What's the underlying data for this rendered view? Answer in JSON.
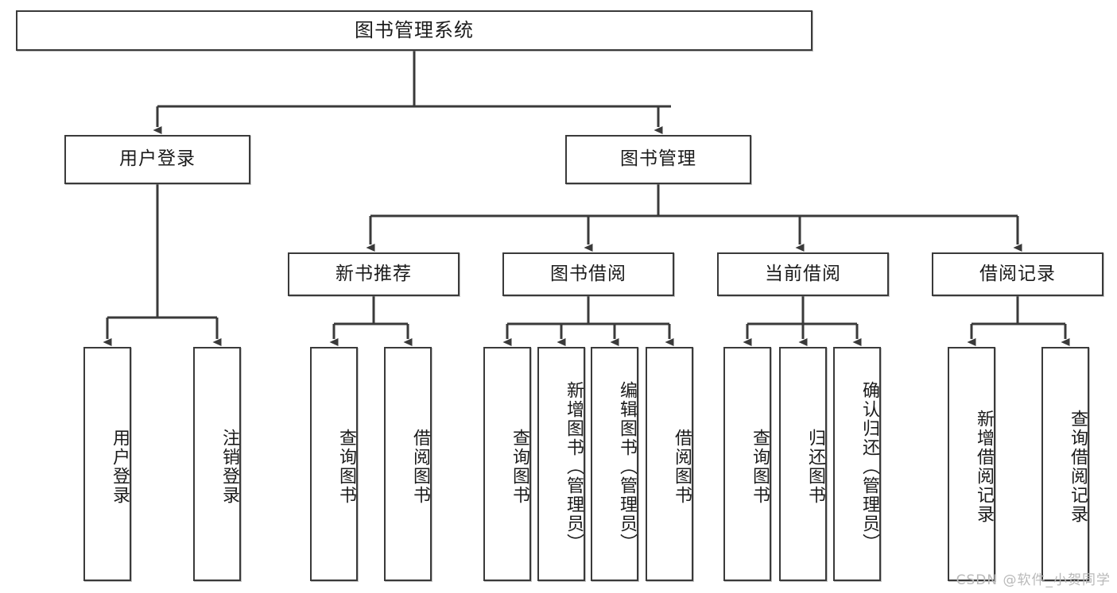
{
  "diagram": {
    "title": "图书管理系统",
    "type": "hierarchy-tree",
    "orientation": "top-down",
    "colors": {
      "box_border": "#3a3a3a",
      "box_fill": "#ffffff",
      "connector": "#3a3a3a",
      "text": "#1b1b1b",
      "watermark": "#b9b9b9"
    },
    "nodes": {
      "root": {
        "label": "图书管理系统",
        "level": 1,
        "text_direction": "horizontal"
      },
      "l2": [
        {
          "id": "user-login",
          "label": "用户登录",
          "level": 2,
          "text_direction": "horizontal"
        },
        {
          "id": "book-manage",
          "label": "图书管理",
          "level": 2,
          "text_direction": "horizontal"
        }
      ],
      "l3": [
        {
          "id": "new-book-rec",
          "label": "新书推荐",
          "level": 3,
          "text_direction": "horizontal"
        },
        {
          "id": "book-borrow",
          "label": "图书借阅",
          "level": 3,
          "text_direction": "horizontal"
        },
        {
          "id": "current-borrow",
          "label": "当前借阅",
          "level": 3,
          "text_direction": "horizontal"
        },
        {
          "id": "borrow-record",
          "label": "借阅记录",
          "level": 3,
          "text_direction": "horizontal"
        }
      ],
      "leaves": [
        {
          "id": "leaf-user-login",
          "label": "用户登录",
          "parent": "user-login",
          "text_direction": "vertical"
        },
        {
          "id": "leaf-user-logout",
          "label": "注销登录",
          "parent": "user-login",
          "text_direction": "vertical"
        },
        {
          "id": "leaf-rec-query",
          "label": "查询图书",
          "parent": "new-book-rec",
          "text_direction": "vertical"
        },
        {
          "id": "leaf-rec-borrow",
          "label": "借阅图书",
          "parent": "new-book-rec",
          "text_direction": "vertical"
        },
        {
          "id": "leaf-borrow-query",
          "label": "查询图书",
          "parent": "book-borrow",
          "text_direction": "vertical"
        },
        {
          "id": "leaf-borrow-add",
          "label": "新增图书（管理员）",
          "parent": "book-borrow",
          "text_direction": "vertical"
        },
        {
          "id": "leaf-borrow-edit",
          "label": "编辑图书（管理员）",
          "parent": "book-borrow",
          "text_direction": "vertical"
        },
        {
          "id": "leaf-borrow-lend",
          "label": "借阅图书",
          "parent": "book-borrow",
          "text_direction": "vertical"
        },
        {
          "id": "leaf-current-query",
          "label": "查询图书",
          "parent": "current-borrow",
          "text_direction": "vertical"
        },
        {
          "id": "leaf-current-return",
          "label": "归还图书",
          "parent": "current-borrow",
          "text_direction": "vertical"
        },
        {
          "id": "leaf-current-confirm",
          "label": "确认归还（管理员）",
          "parent": "current-borrow",
          "text_direction": "vertical"
        },
        {
          "id": "leaf-record-add",
          "label": "新增借阅记录",
          "parent": "borrow-record",
          "text_direction": "vertical"
        },
        {
          "id": "leaf-record-query",
          "label": "查询借阅记录",
          "parent": "borrow-record",
          "text_direction": "vertical"
        }
      ]
    },
    "watermark": "CSDN @软件_小贺同学"
  }
}
